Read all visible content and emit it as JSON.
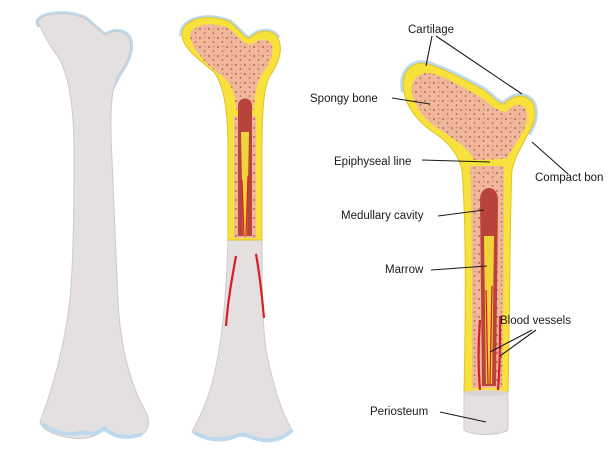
{
  "labels": {
    "cartilage": "Cartilage",
    "spongy_bone": "Spongy bone",
    "epiphyseal_line": "Epiphyseal line",
    "compact_bone": "Compact bon",
    "medullary_cavity": "Medullary cavity",
    "marrow": "Marrow",
    "blood_vessels": "Blood vessels",
    "periosteum": "Periosteum"
  },
  "colors": {
    "bone_shaft": "#e3e0df",
    "bone_edge": "#c9c4c3",
    "cartilage": "#bcd9ee",
    "compact_bone": "#f7e23c",
    "spongy_bone": "#f0b89a",
    "spongy_dots": "#b04a3c",
    "medullary_cavity": "#b8433a",
    "marrow": "#f2d43a",
    "blood_vessel": "#d61f26"
  }
}
